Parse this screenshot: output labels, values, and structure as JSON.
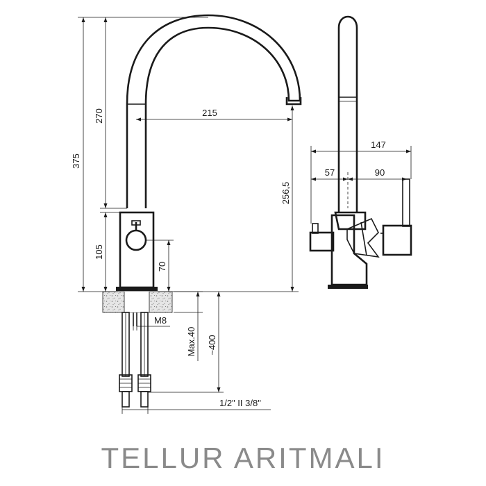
{
  "product": {
    "title": "TELLUR ARITMALI"
  },
  "dimensions": {
    "total_height": "375",
    "spout_height": "270",
    "spout_reach": "215",
    "outlet_height": "256,5",
    "body_height": "105",
    "lever_height": "70",
    "thread": "M8",
    "max_counter_thickness": "Max.40",
    "hose_length": "~400",
    "connections": "1/2\" II 3/8\"",
    "side_total_depth": "147",
    "side_front": "57",
    "side_back": "90"
  },
  "colors": {
    "line": "#1a1a1a",
    "title": "#8a8a8a",
    "counter": "#d9d9d9"
  }
}
